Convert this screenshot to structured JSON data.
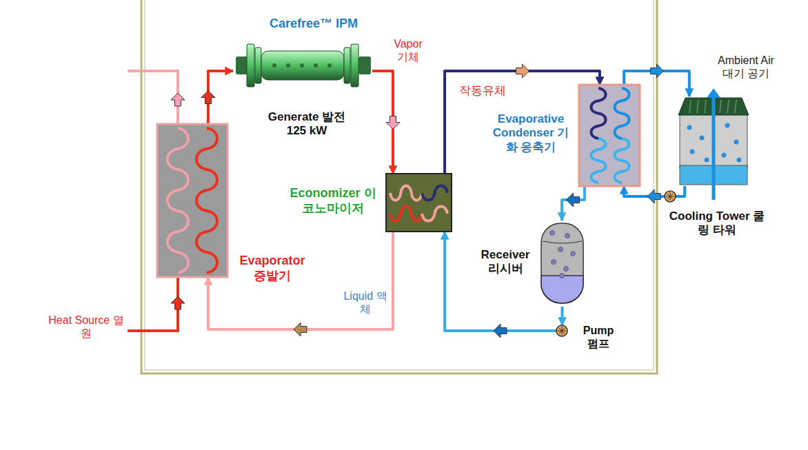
{
  "diagram": {
    "nodes": [
      {
        "text": [
          "Evaporator 증발기"
        ]
      },
      {
        "text": [
          "Carefree™ IPM",
          "Generate 발전 125 kW"
        ]
      },
      {
        "text": [
          "Economizer 이코노마이저"
        ]
      },
      {
        "text": [
          "Evaporative Condenser 기화 응축기"
        ]
      },
      {
        "text": [
          "Cooling Tower 쿨링 타워"
        ]
      },
      {
        "text": [
          "Receiver 리시버"
        ]
      },
      {
        "text": [
          "Pump 펌프"
        ]
      }
    ],
    "edges": [
      {
        "from": 0,
        "to": 1,
        "arrow": "to"
      },
      {
        "from": 1,
        "to": 2,
        "label": "Vapor 기체",
        "arrow": "to"
      },
      {
        "from": 2,
        "to": 3,
        "label": "작동유체",
        "arrow": "to"
      },
      {
        "from": 3,
        "to": 5,
        "arrow": "to"
      },
      {
        "from": 5,
        "to": 6,
        "arrow": "to"
      },
      {
        "from": 6,
        "to": 2,
        "arrow": "to"
      },
      {
        "from": 2,
        "to": 0,
        "label": "Liquid 액체",
        "arrow": "to"
      },
      {
        "from": 3,
        "to": 4,
        "arrow": "to"
      },
      {
        "from": 4,
        "to": 3,
        "arrow": "to"
      }
    ],
    "labels": [
      "Heat Source 열원",
      "Ambient Air 대기 공기"
    ]
  }
}
